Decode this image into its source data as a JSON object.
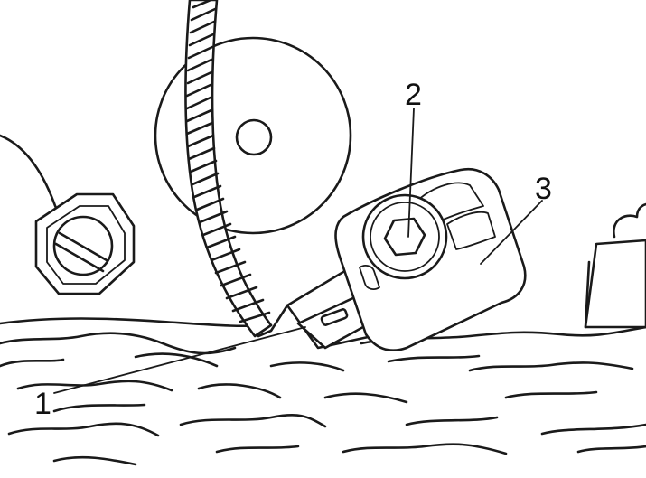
{
  "callouts": [
    {
      "label": "1"
    },
    {
      "label": "2"
    },
    {
      "label": "3"
    }
  ],
  "colors": {
    "ink": "#1a1a1a",
    "paper": "#ffffff",
    "shade": "#e6e6e6"
  }
}
